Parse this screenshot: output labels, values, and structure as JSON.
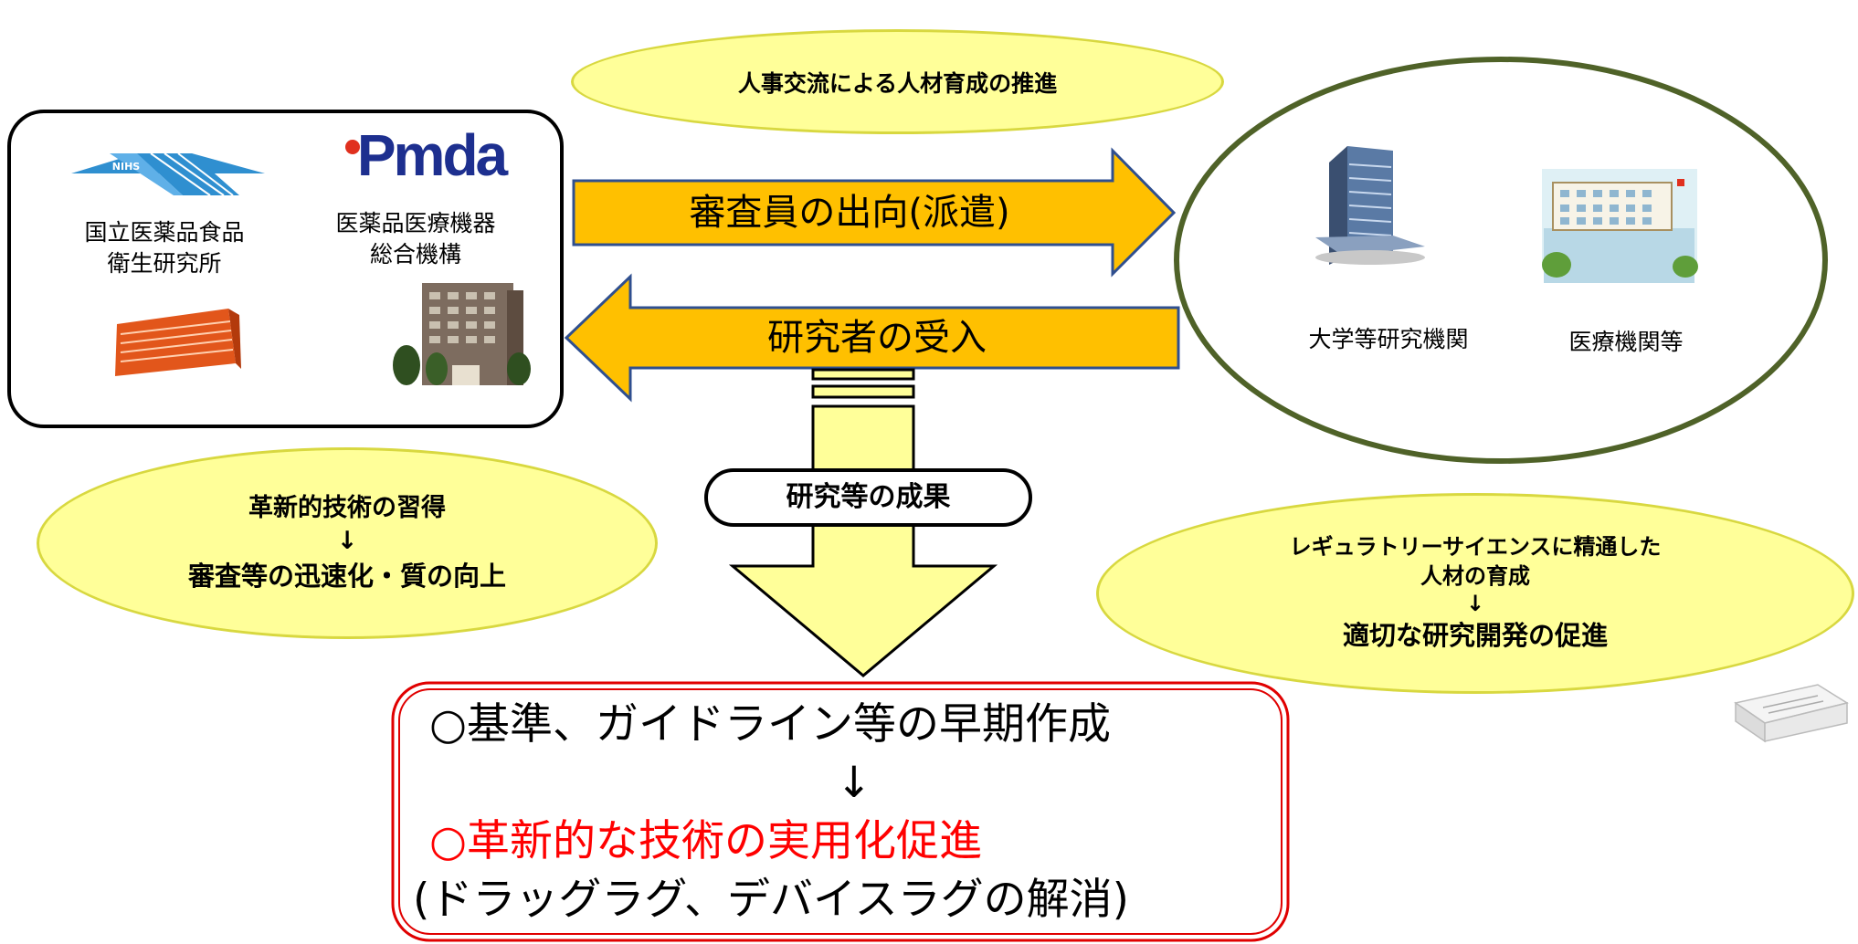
{
  "top_ellipse": "人事交流による人材育成の推進",
  "left_org": {
    "nihs_logo_text": "NIHS",
    "nihs_name_line1": "国立医薬品食品",
    "nihs_name_line2": "衛生研究所",
    "pmda_logo_text": "Pmda",
    "pmda_name_line1": "医薬品医療機器",
    "pmda_name_line2": "総合機構"
  },
  "right_org": {
    "university": "大学等研究機関",
    "medical": "医療機関等"
  },
  "arrow_right_label": "審査員の出向(派遣)",
  "arrow_left_label": "研究者の受入",
  "results_label": "研究等の成果",
  "left_ellipse": {
    "line1": "革新的技術の習得",
    "arrow": "↓",
    "line2": "審査等の迅速化・質の向上"
  },
  "right_ellipse": {
    "line1": "レギュラトリーサイエンスに精通した",
    "line2": "人材の育成",
    "arrow": "↓",
    "line3": "適切な研究開発の促進"
  },
  "outcome": {
    "line1": "○基準、ガイドライン等の早期作成",
    "arrow": "↓",
    "line2": "○革新的な技術の実用化促進",
    "line3": "(ドラッグラグ、デバイスラグの解消)"
  },
  "colors": {
    "ellipse_fill": "#ffff99",
    "arrow_fill": "#ffc000",
    "arrow_stroke": "#2f4f8f",
    "down_arrow_fill": "#ffff99",
    "right_circle_stroke": "#4f6228",
    "outcome_border": "#e00000",
    "outcome_red_text": "#ff0000",
    "nihs_blue": "#2f8fd0",
    "pmda_blue": "#1d2f8f",
    "pmda_red": "#e0301e"
  }
}
